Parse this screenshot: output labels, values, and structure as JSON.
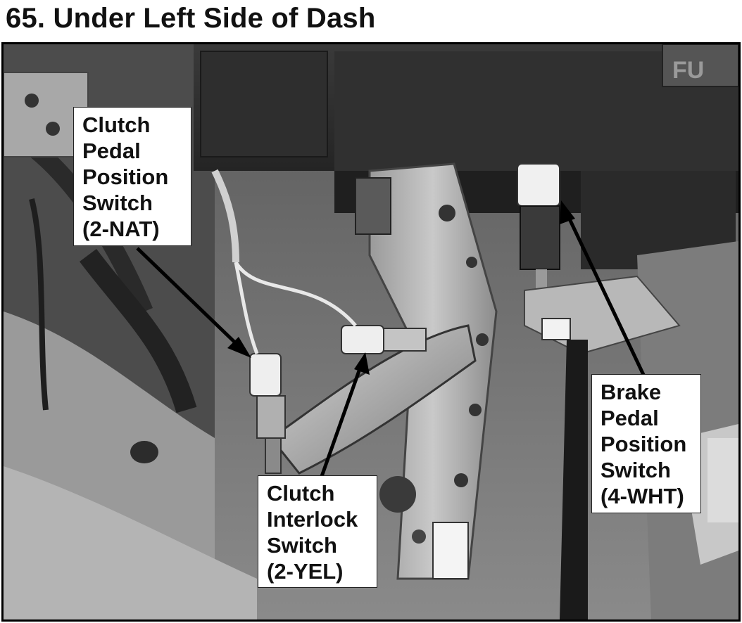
{
  "title": "65. Under Left Side of Dash",
  "photo": {
    "subject": "",
    "stamped_text": "FU"
  },
  "callouts": {
    "clutch_pedal_position_switch": {
      "lines": [
        "Clutch",
        "Pedal",
        "Position",
        "Switch",
        "(2-NAT)"
      ]
    },
    "clutch_interlock_switch": {
      "lines": [
        "Clutch",
        "Interlock",
        "Switch",
        "(2-YEL)"
      ]
    },
    "brake_pedal_position_switch": {
      "lines": [
        "Brake",
        "Pedal",
        "Position",
        "Switch",
        "(4-WHT)"
      ]
    }
  },
  "colors": {
    "text": "#111111",
    "callout_background": "#ffffff",
    "frame": "#000000"
  },
  "icons": [
    "pointer-arrow"
  ]
}
